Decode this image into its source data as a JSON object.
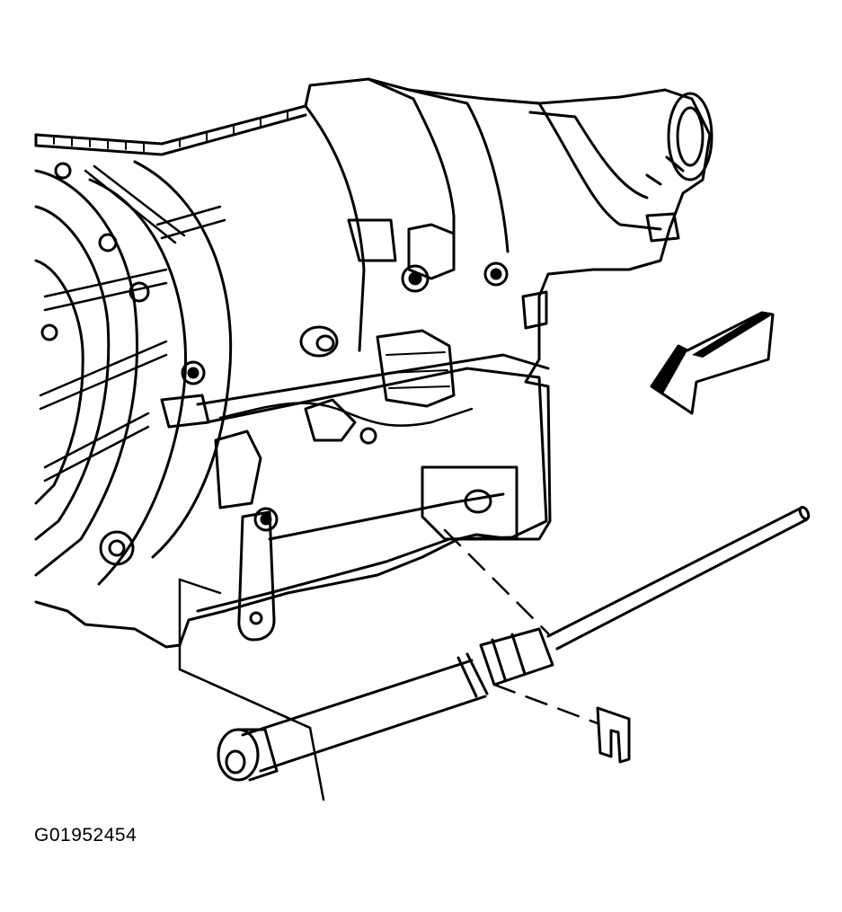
{
  "figure": {
    "id_label": "G01952454",
    "line_color": "#000000",
    "background": "#ffffff"
  },
  "parts": {
    "transmission": "transmission-assembly",
    "bracket": "shift-cable-bracket",
    "lever": "range-selector-lever",
    "cable": "shift-cable",
    "clip": "retaining-clip",
    "arrow": "front-direction-arrow"
  }
}
